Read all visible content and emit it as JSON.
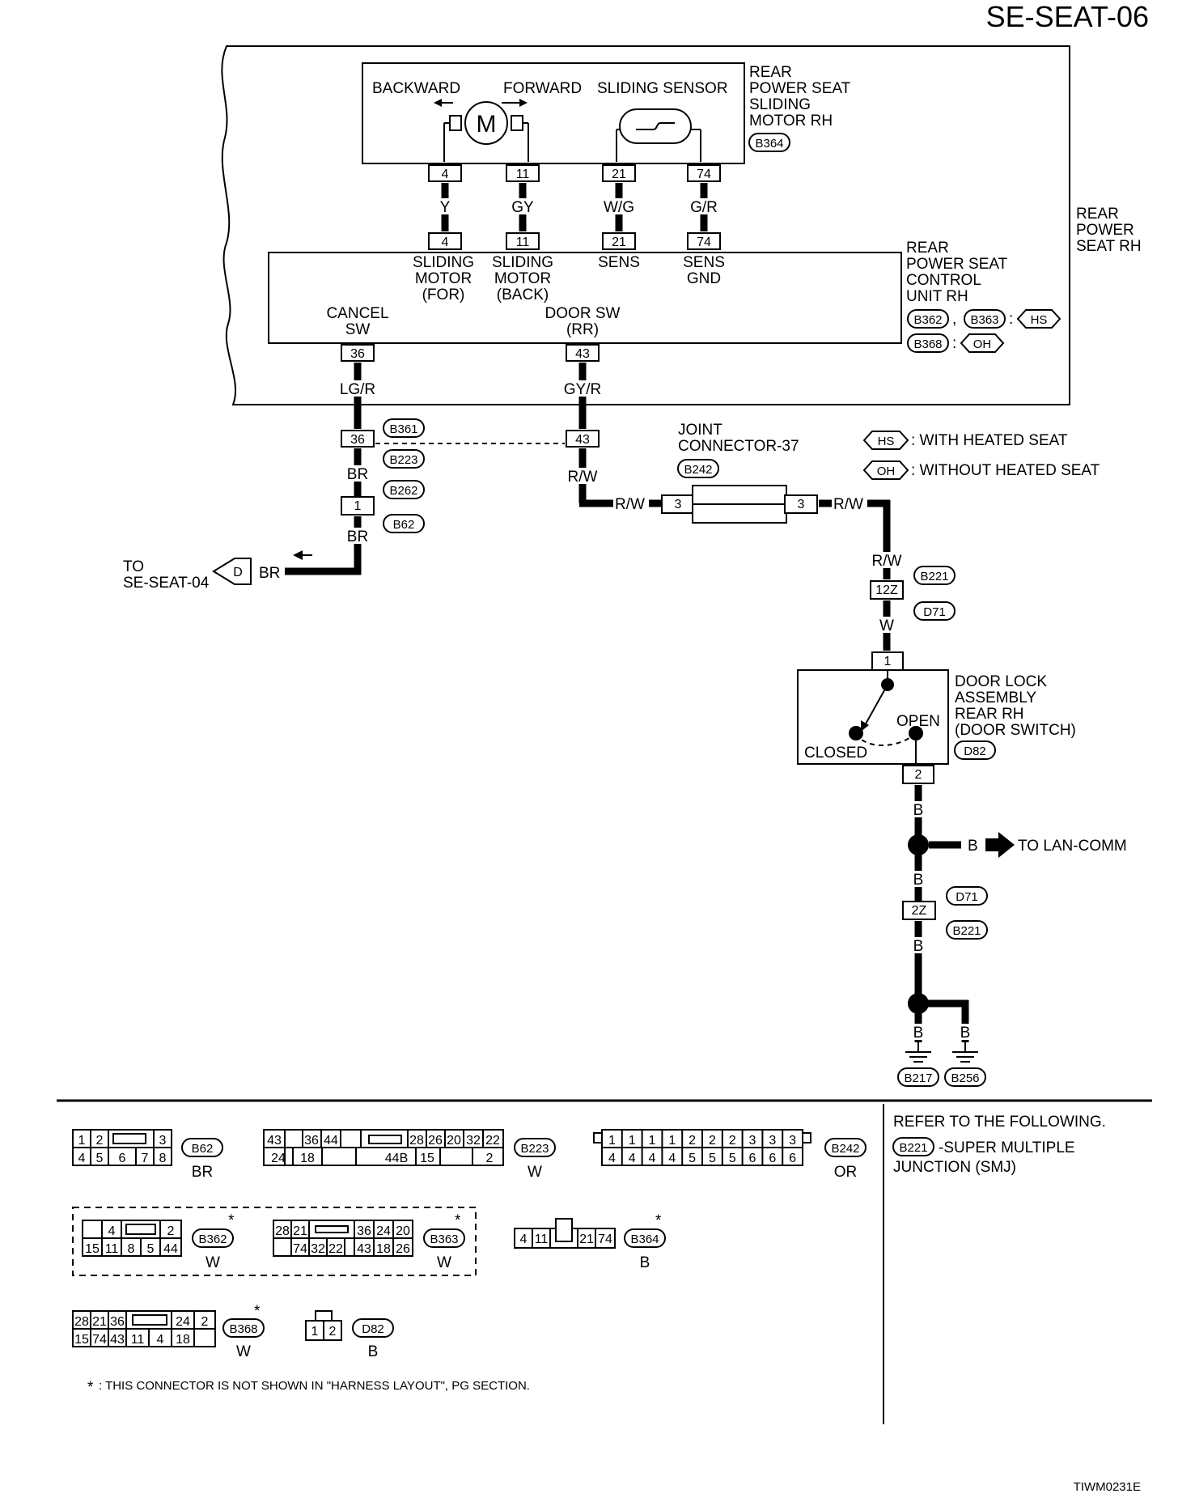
{
  "page_id": "SE-SEAT-06",
  "figure_code": "TIWM0231E",
  "rear_power_seat": {
    "label": [
      "REAR",
      "POWER",
      "SEAT RH"
    ]
  },
  "motor": {
    "label": [
      "REAR",
      "POWER SEAT",
      "SLIDING",
      "MOTOR RH"
    ],
    "connector": "B364",
    "backward": "BACKWARD",
    "forward": "FORWARD",
    "sensor": "SLIDING SENSOR",
    "motor_symbol": "M",
    "pins": [
      "4",
      "11",
      "21",
      "74"
    ]
  },
  "wires_top": [
    "Y",
    "GY",
    "W/G",
    "G/R"
  ],
  "control_unit": {
    "label": [
      "REAR",
      "POWER SEAT",
      "CONTROL",
      "UNIT RH"
    ],
    "pins_top": [
      "4",
      "11",
      "21",
      "74"
    ],
    "terminal_labels": [
      [
        "SLIDING",
        "MOTOR",
        "(FOR)"
      ],
      [
        "SLIDING",
        "MOTOR",
        "(BACK)"
      ],
      [
        "SENS"
      ],
      [
        "SENS",
        "GND"
      ]
    ],
    "cancel_sw": [
      "CANCEL",
      "SW"
    ],
    "door_sw": [
      "DOOR SW",
      "(RR)"
    ],
    "pins_bottom": [
      "36",
      "43"
    ],
    "conn_hs": [
      "B362",
      "B363"
    ],
    "conn_oh": [
      "B368"
    ],
    "sep_comma": ",",
    "sep_colon": ":"
  },
  "legend": {
    "hs_code": "HS",
    "hs_text": ": WITH HEATED SEAT",
    "oh_code": "OH",
    "oh_text": ": WITHOUT HEATED SEAT"
  },
  "left_branch": {
    "wire1": "LG/R",
    "pin36": "36",
    "conn_b361": "B361",
    "conn_b223": "B223",
    "wire_br": "BR",
    "conn_b262": "B262",
    "pin1": "1",
    "conn_b62": "B62",
    "to_label": [
      "TO",
      "SE-SEAT-04"
    ],
    "d_code": "D"
  },
  "middle_branch": {
    "wire1": "GY/R",
    "pin43": "43",
    "wire2": "R/W"
  },
  "joint": {
    "label": [
      "JOINT",
      "CONNECTOR-37"
    ],
    "connector": "B242",
    "pin": "3",
    "wire": "R/W"
  },
  "right_branch": {
    "wire_rw": "R/W",
    "conn_b221": "B221",
    "pin_12z": "12Z",
    "conn_d71": "D71",
    "wire_w": "W",
    "pin_1": "1",
    "pin_2": "2",
    "door_lock": {
      "label": [
        "DOOR LOCK",
        "ASSEMBLY",
        "REAR RH",
        "(DOOR SWITCH)"
      ],
      "connector": "D82",
      "open": "OPEN",
      "closed": "CLOSED"
    },
    "wire_b": "B",
    "to_lan": "TO LAN-COMM",
    "pin_2z": "2Z",
    "grounds": [
      "B217",
      "B256"
    ]
  },
  "connectors_bottom": {
    "b62": {
      "id": "B62",
      "color": "BR",
      "row1": [
        "1",
        "2",
        "",
        "3"
      ],
      "row2": [
        "4",
        "5",
        "6",
        "7",
        "8"
      ]
    },
    "b223": {
      "id": "B223",
      "color": "W",
      "row1": [
        "43",
        "",
        "36",
        "44",
        "",
        "",
        "28",
        "26",
        "20",
        "32",
        "22"
      ],
      "row2": [
        "24",
        "18",
        "",
        "",
        "44B",
        "15",
        "",
        "2"
      ]
    },
    "b242": {
      "id": "B242",
      "color": "OR",
      "row1": [
        "1",
        "1",
        "1",
        "1",
        "2",
        "2",
        "2",
        "3",
        "3",
        "3"
      ],
      "row2": [
        "4",
        "4",
        "4",
        "4",
        "5",
        "5",
        "5",
        "6",
        "6",
        "6"
      ]
    },
    "b362": {
      "id": "B362",
      "color": "W",
      "row1": [
        "4",
        "",
        "2"
      ],
      "row2": [
        "15",
        "11",
        "8",
        "5",
        "44"
      ]
    },
    "b363": {
      "id": "B363",
      "color": "W",
      "row1": [
        "28",
        "21",
        "",
        "36",
        "24",
        "20"
      ],
      "row2": [
        "74",
        "32",
        "22",
        "43",
        "18",
        "26"
      ]
    },
    "b364": {
      "id": "B364",
      "color": "B",
      "pins": [
        "4",
        "11",
        "",
        "21",
        "74"
      ]
    },
    "b368": {
      "id": "B368",
      "color": "W",
      "row1": [
        "28",
        "21",
        "36",
        "",
        "24",
        "2"
      ],
      "row2": [
        "15",
        "74",
        "43",
        "11",
        "4",
        "18"
      ]
    },
    "d82": {
      "id": "D82",
      "color": "B",
      "pins": [
        "1",
        "2"
      ]
    }
  },
  "asterisk": "*",
  "footnote": ": THIS CONNECTOR IS NOT SHOWN IN \"HARNESS LAYOUT\", PG SECTION.",
  "refer": {
    "line1": "REFER TO THE FOLLOWING.",
    "conn": "B221",
    "text": [
      "-SUPER MULTIPLE",
      "JUNCTION (SMJ)"
    ]
  }
}
